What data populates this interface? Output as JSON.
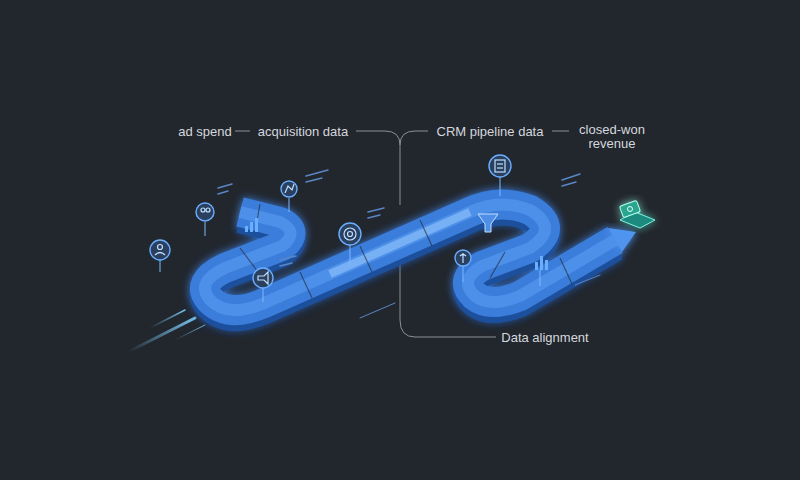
{
  "diagram": {
    "labels": [
      "ad spend",
      "acquisition data",
      "CRM pipeline data",
      "closed-won revenue",
      "Data alignment"
    ]
  }
}
